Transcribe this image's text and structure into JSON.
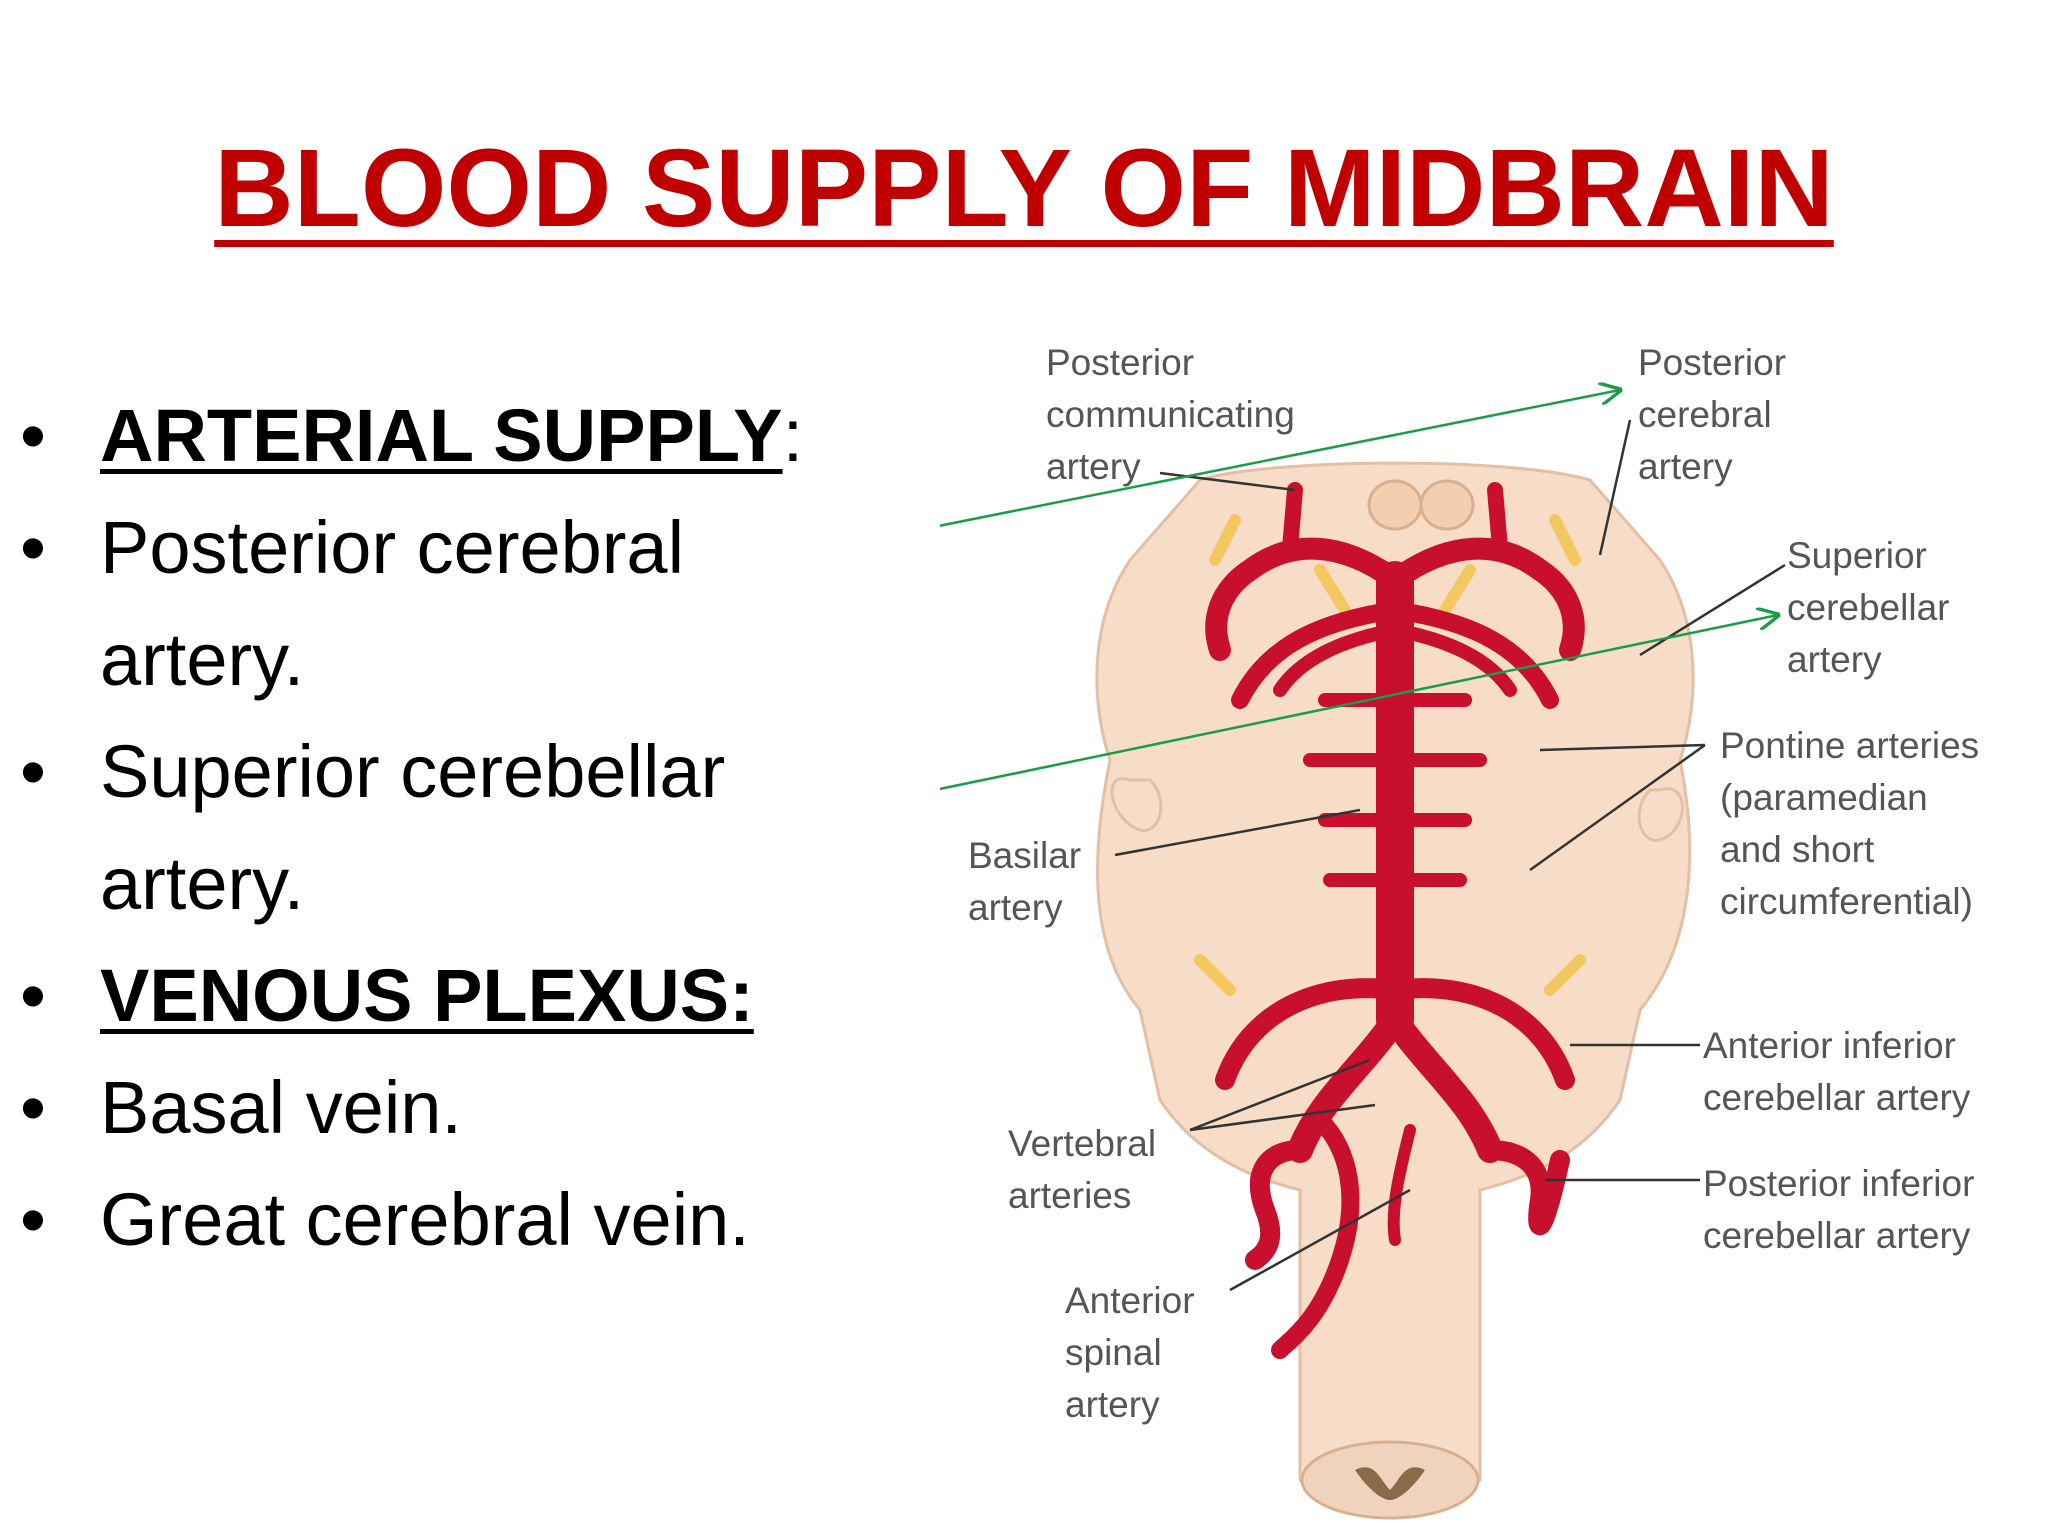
{
  "slide": {
    "title": "BLOOD SUPPLY OF MIDBRAIN",
    "bullets": [
      {
        "text": "ARTERIAL SUPPLY",
        "suffix": ":",
        "heading": true
      },
      {
        "text": "Posterior cerebral artery.",
        "heading": false
      },
      {
        "text": "Superior cerebellar artery.",
        "heading": false
      },
      {
        "text": "VENOUS PLEXUS:",
        "suffix": "",
        "heading": true
      },
      {
        "text": "Basal vein.",
        "heading": false
      },
      {
        "text": "Great cerebral vein.",
        "heading": false
      }
    ],
    "bullet_glyph": "•"
  },
  "diagram": {
    "labels": {
      "posterior_communicating_artery": "Posterior\ncommunicating\nartery",
      "posterior_cerebral_artery": "Posterior\ncerebral\nartery",
      "superior_cerebellar_artery": "Superior\ncerebellar\nartery",
      "pontine_arteries": "Pontine arteries\n(paramedian\nand short\ncircumferential)",
      "basilar_artery": "Basilar\nartery",
      "anterior_inferior_cerebellar_artery": "Anterior inferior\ncerebellar artery",
      "posterior_inferior_cerebellar_artery": "Posterior inferior\ncerebellar artery",
      "vertebral_arteries": "Vertebral\narteries",
      "anterior_spinal_artery": "Anterior\nspinal\nartery"
    },
    "colors": {
      "title": "#c00000",
      "artery": "#c8102e",
      "nerve": "#f4c860",
      "brainstem": "#f7dcc8",
      "pointer_arrow": "#1a9c4a"
    }
  }
}
